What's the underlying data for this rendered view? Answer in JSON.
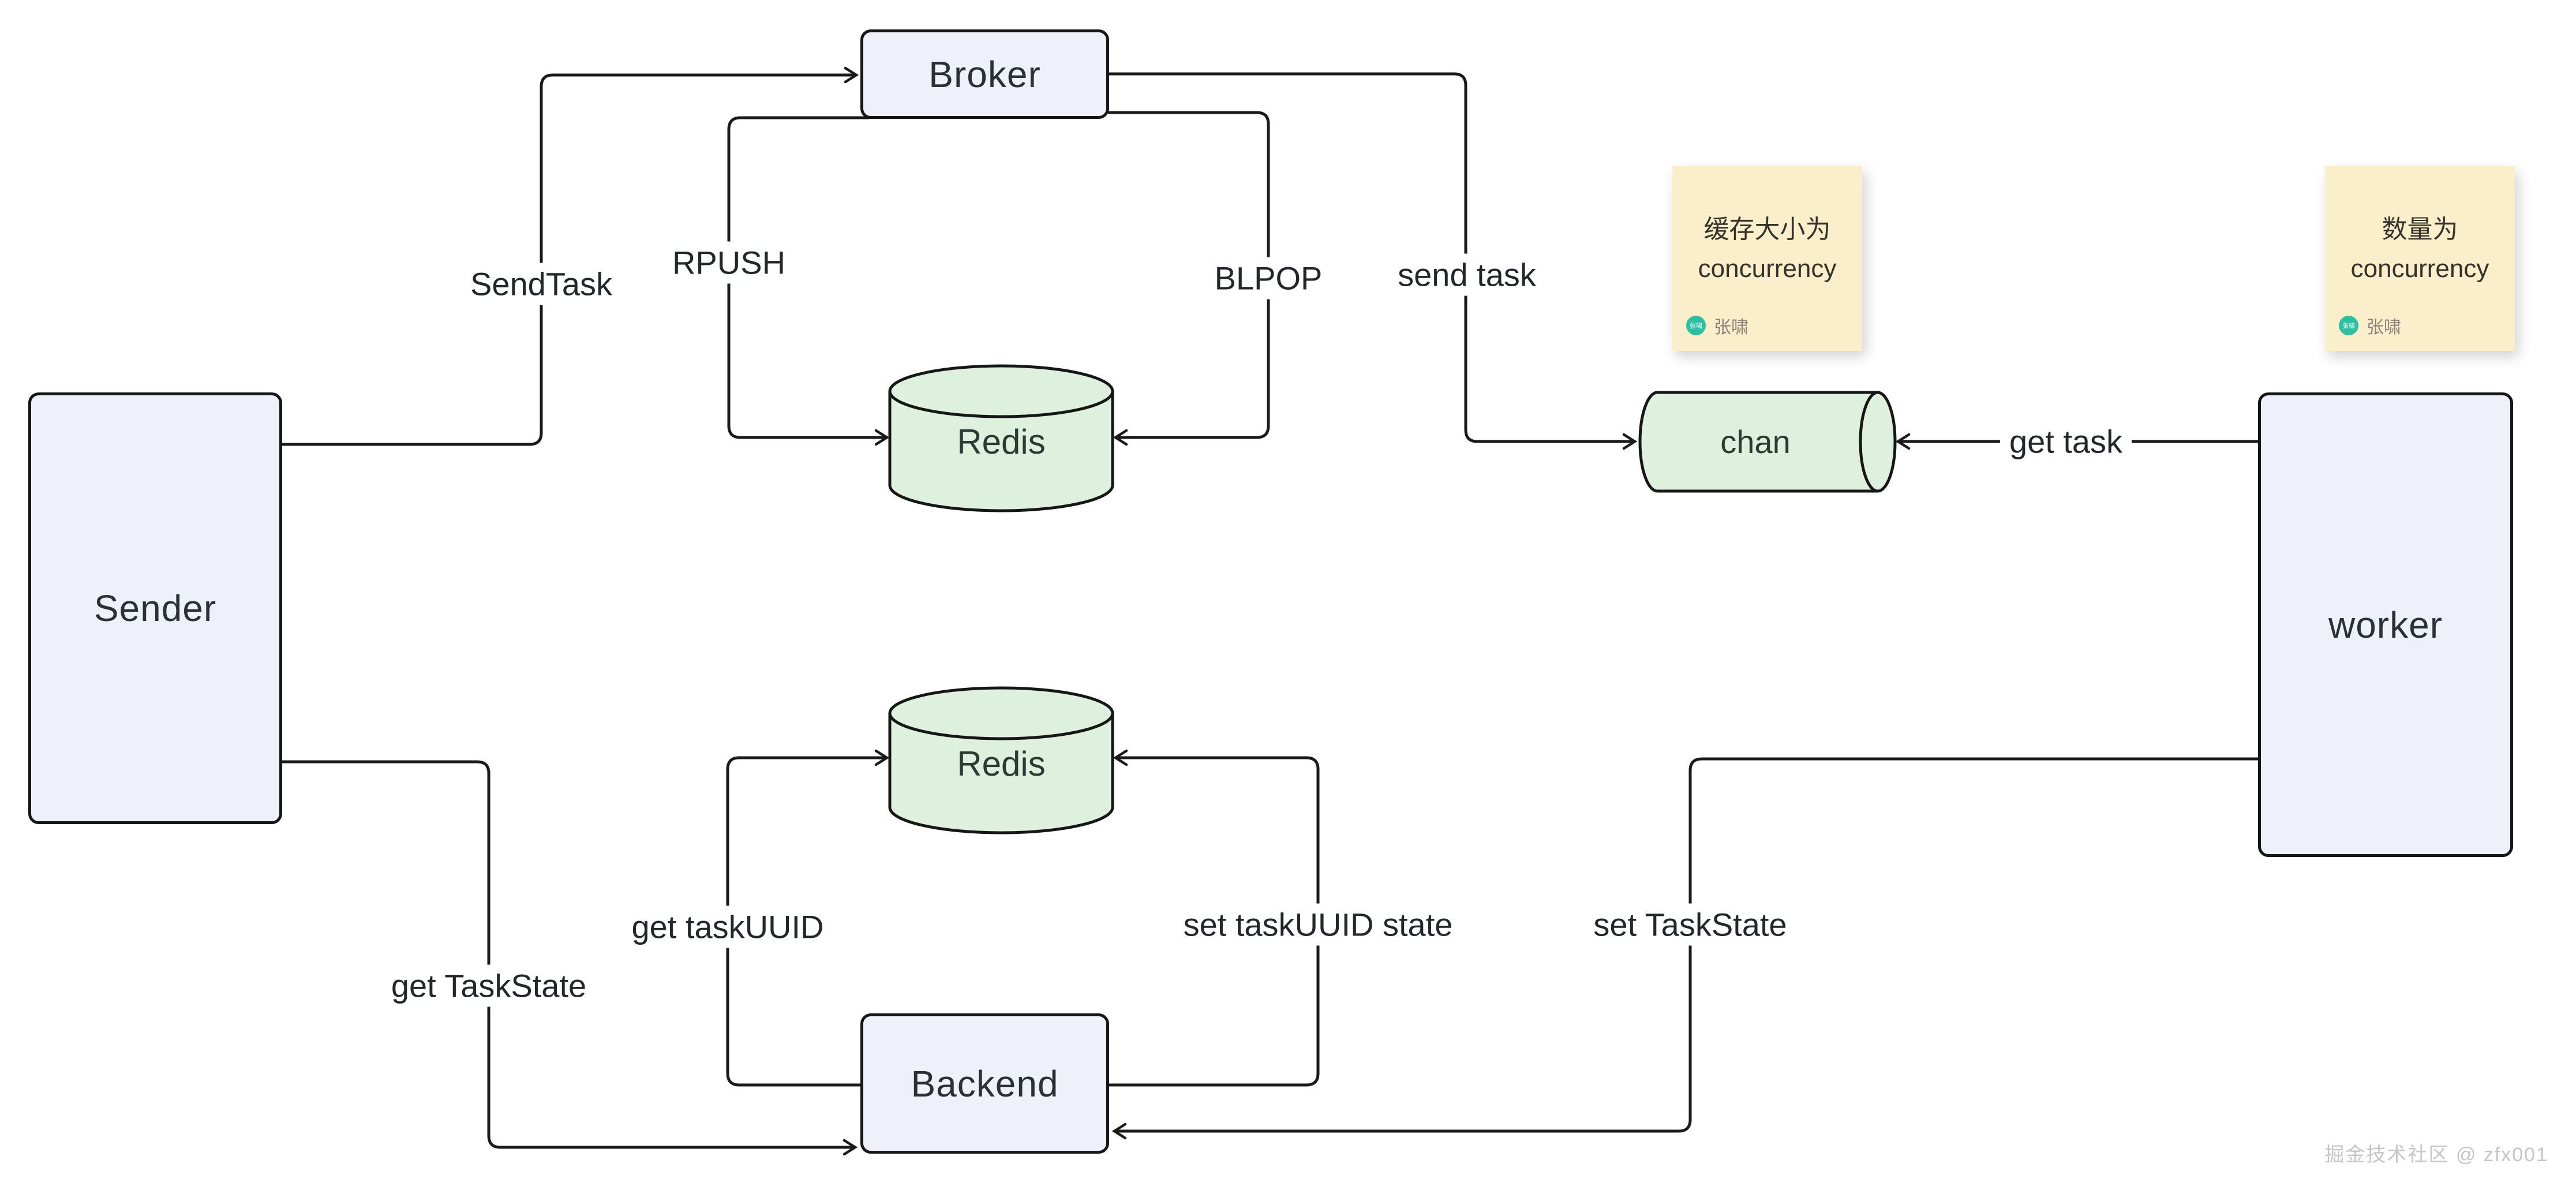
{
  "diagram": {
    "nodes": {
      "sender": {
        "label": "Sender"
      },
      "broker": {
        "label": "Broker"
      },
      "redis_top": {
        "label": "Redis"
      },
      "redis_bottom": {
        "label": "Redis"
      },
      "chan": {
        "label": "chan"
      },
      "worker": {
        "label": "worker"
      },
      "backend": {
        "label": "Backend"
      }
    },
    "edges": {
      "sendtask": {
        "label": "SendTask"
      },
      "rpush": {
        "label": "RPUSH"
      },
      "blpop": {
        "label": "BLPOP"
      },
      "send_task": {
        "label": "send task"
      },
      "get_task": {
        "label": "get task"
      },
      "get_task_uuid": {
        "label": "get taskUUID"
      },
      "set_task_uuid_state": {
        "label": "set taskUUID state"
      },
      "set_task_state": {
        "label": "set TaskState"
      },
      "get_task_state": {
        "label": "get TaskState"
      }
    },
    "notes": [
      {
        "line1": "缓存大小为",
        "line2": "concurrency",
        "author": "张啸",
        "avatar_text": "张啸"
      },
      {
        "line1": "数量为",
        "line2": "concurrency",
        "author": "张啸",
        "avatar_text": "张啸"
      }
    ],
    "watermark": "掘金技术社区 @ zfx001",
    "colors": {
      "node_fill": "#eef1f9",
      "cylinder_fill": "#def0de",
      "stroke": "#1a1a1a",
      "note_bg": "#fbeecb",
      "avatar_bg": "#2cc0a2",
      "text": "#262b33",
      "watermark": "#c6c6c6"
    }
  }
}
